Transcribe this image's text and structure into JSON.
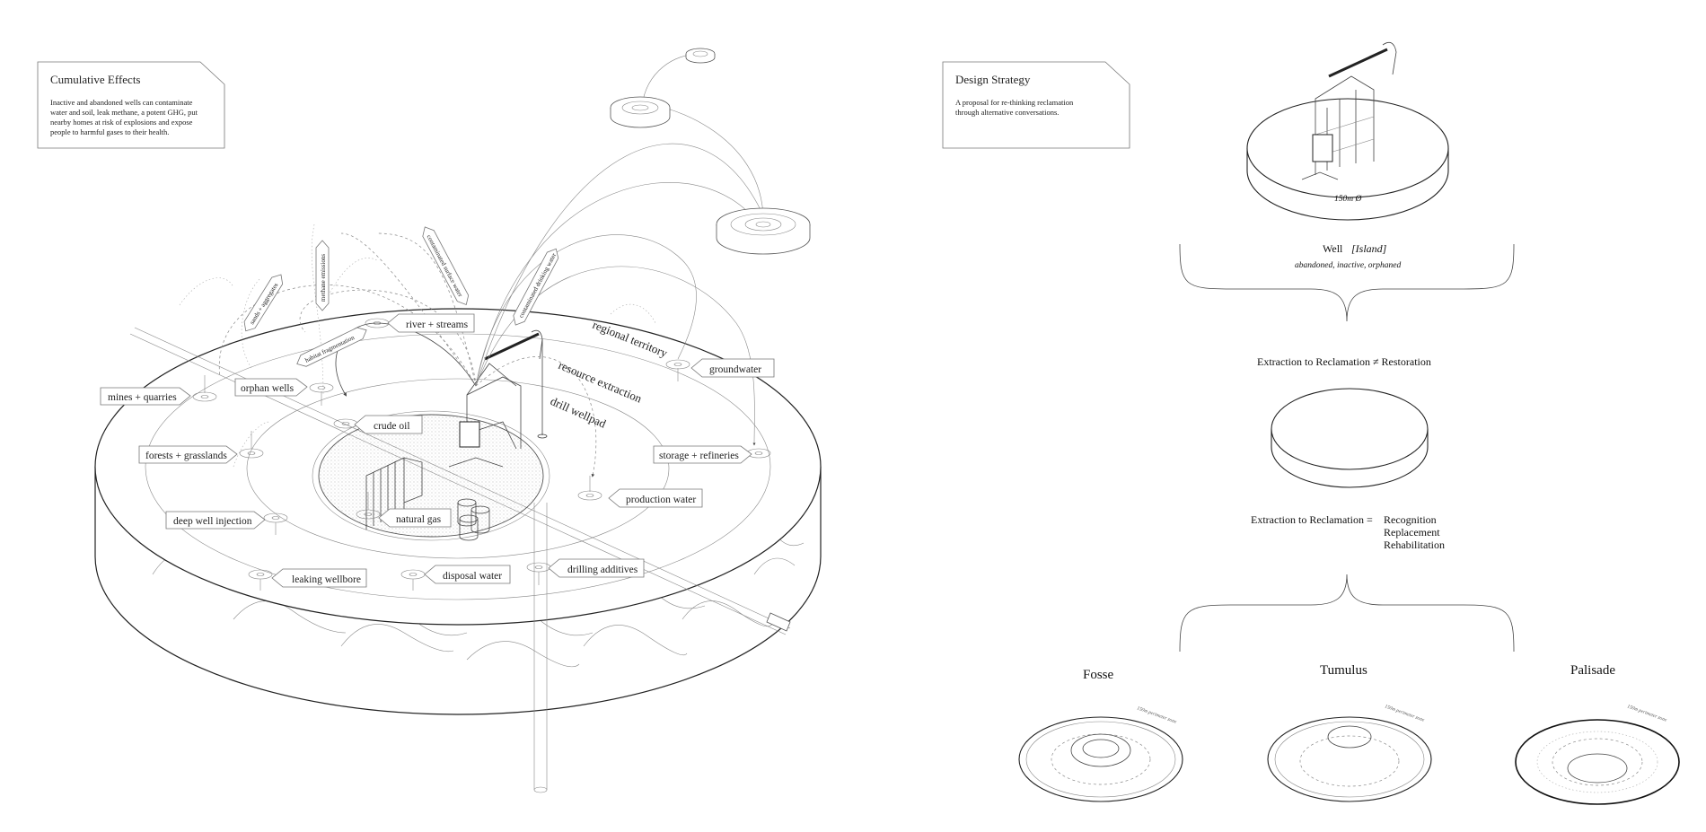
{
  "left_panel": {
    "box": {
      "title": "Cumulative Effects",
      "lines": [
        "Inactive and abandoned wells can contaminate",
        "water and soil, leak methane, a potent GHG, put",
        "nearby homes at risk of explosions and expose",
        "people to harmful gases to their health."
      ]
    },
    "rings": {
      "regional": "regional territory",
      "resource": "resource extraction",
      "wellpad": "drill wellpad"
    },
    "labels": {
      "mines": "mines + quarries",
      "orphan": "orphan wells",
      "river": "river + streams",
      "groundwater": "groundwater",
      "crude": "crude oil",
      "forests": "forests + grasslands",
      "storage": "storage + refineries",
      "production": "production water",
      "deep": "deep well injection",
      "natural_gas": "natural gas",
      "leaking": "leaking wellbore",
      "disposal": "disposal water",
      "drilling": "drilling additives"
    },
    "flags": {
      "sands": "sands + aggregates",
      "methane": "methane emissions",
      "habitat": "habitat fragmentation",
      "surface": "contaminated surface water",
      "drinking": "contaminated drinking water"
    }
  },
  "right_panel": {
    "box": {
      "title": "Design Strategy",
      "lines": [
        "A proposal for re-thinking reclamation",
        "through alternative conversations."
      ]
    },
    "diameter": "150m Ø",
    "well_title": "Well",
    "well_title_italic": "[Island]",
    "well_subtitle": "abandoned, inactive, orphaned",
    "equation1": "Extraction to Reclamation ≠ Restoration",
    "equation2_lead": "Extraction to Reclamation =",
    "equation2_terms": [
      "Recognition",
      "Replacement",
      "Rehabilitation"
    ],
    "options": [
      {
        "name": "Fosse",
        "ring_label": "150m perimeter zone"
      },
      {
        "name": "Tumulus",
        "ring_label": "150m perimeter zone"
      },
      {
        "name": "Palisade",
        "ring_label": "150m perimeter zone"
      }
    ]
  }
}
